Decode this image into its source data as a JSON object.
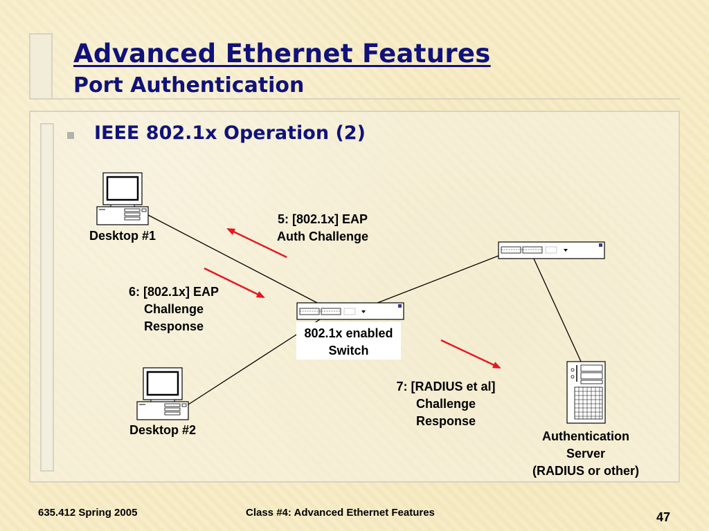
{
  "slide": {
    "title": "Advanced Ethernet Features",
    "subtitle": "Port Authentication",
    "bullet": "IEEE 802.1x Operation (2)"
  },
  "diagram": {
    "desktop1": "Desktop #1",
    "desktop2": "Desktop #2",
    "switch_label": [
      "802.1x enabled",
      "Switch"
    ],
    "server_label": [
      "Authentication",
      "Server",
      "(RADIUS or other)"
    ],
    "step5": [
      "5:  [802.1x] EAP",
      "Auth Challenge"
    ],
    "step6": [
      "6:  [802.1x] EAP",
      "Challenge",
      "Response"
    ],
    "step7": [
      "7:  [RADIUS et al]",
      "Challenge",
      "Response"
    ],
    "arrow_color": "#e8141e"
  },
  "footer": {
    "left": "635.412 Spring 2005",
    "center": "Class #4:  Advanced Ethernet Features",
    "page": "47"
  }
}
